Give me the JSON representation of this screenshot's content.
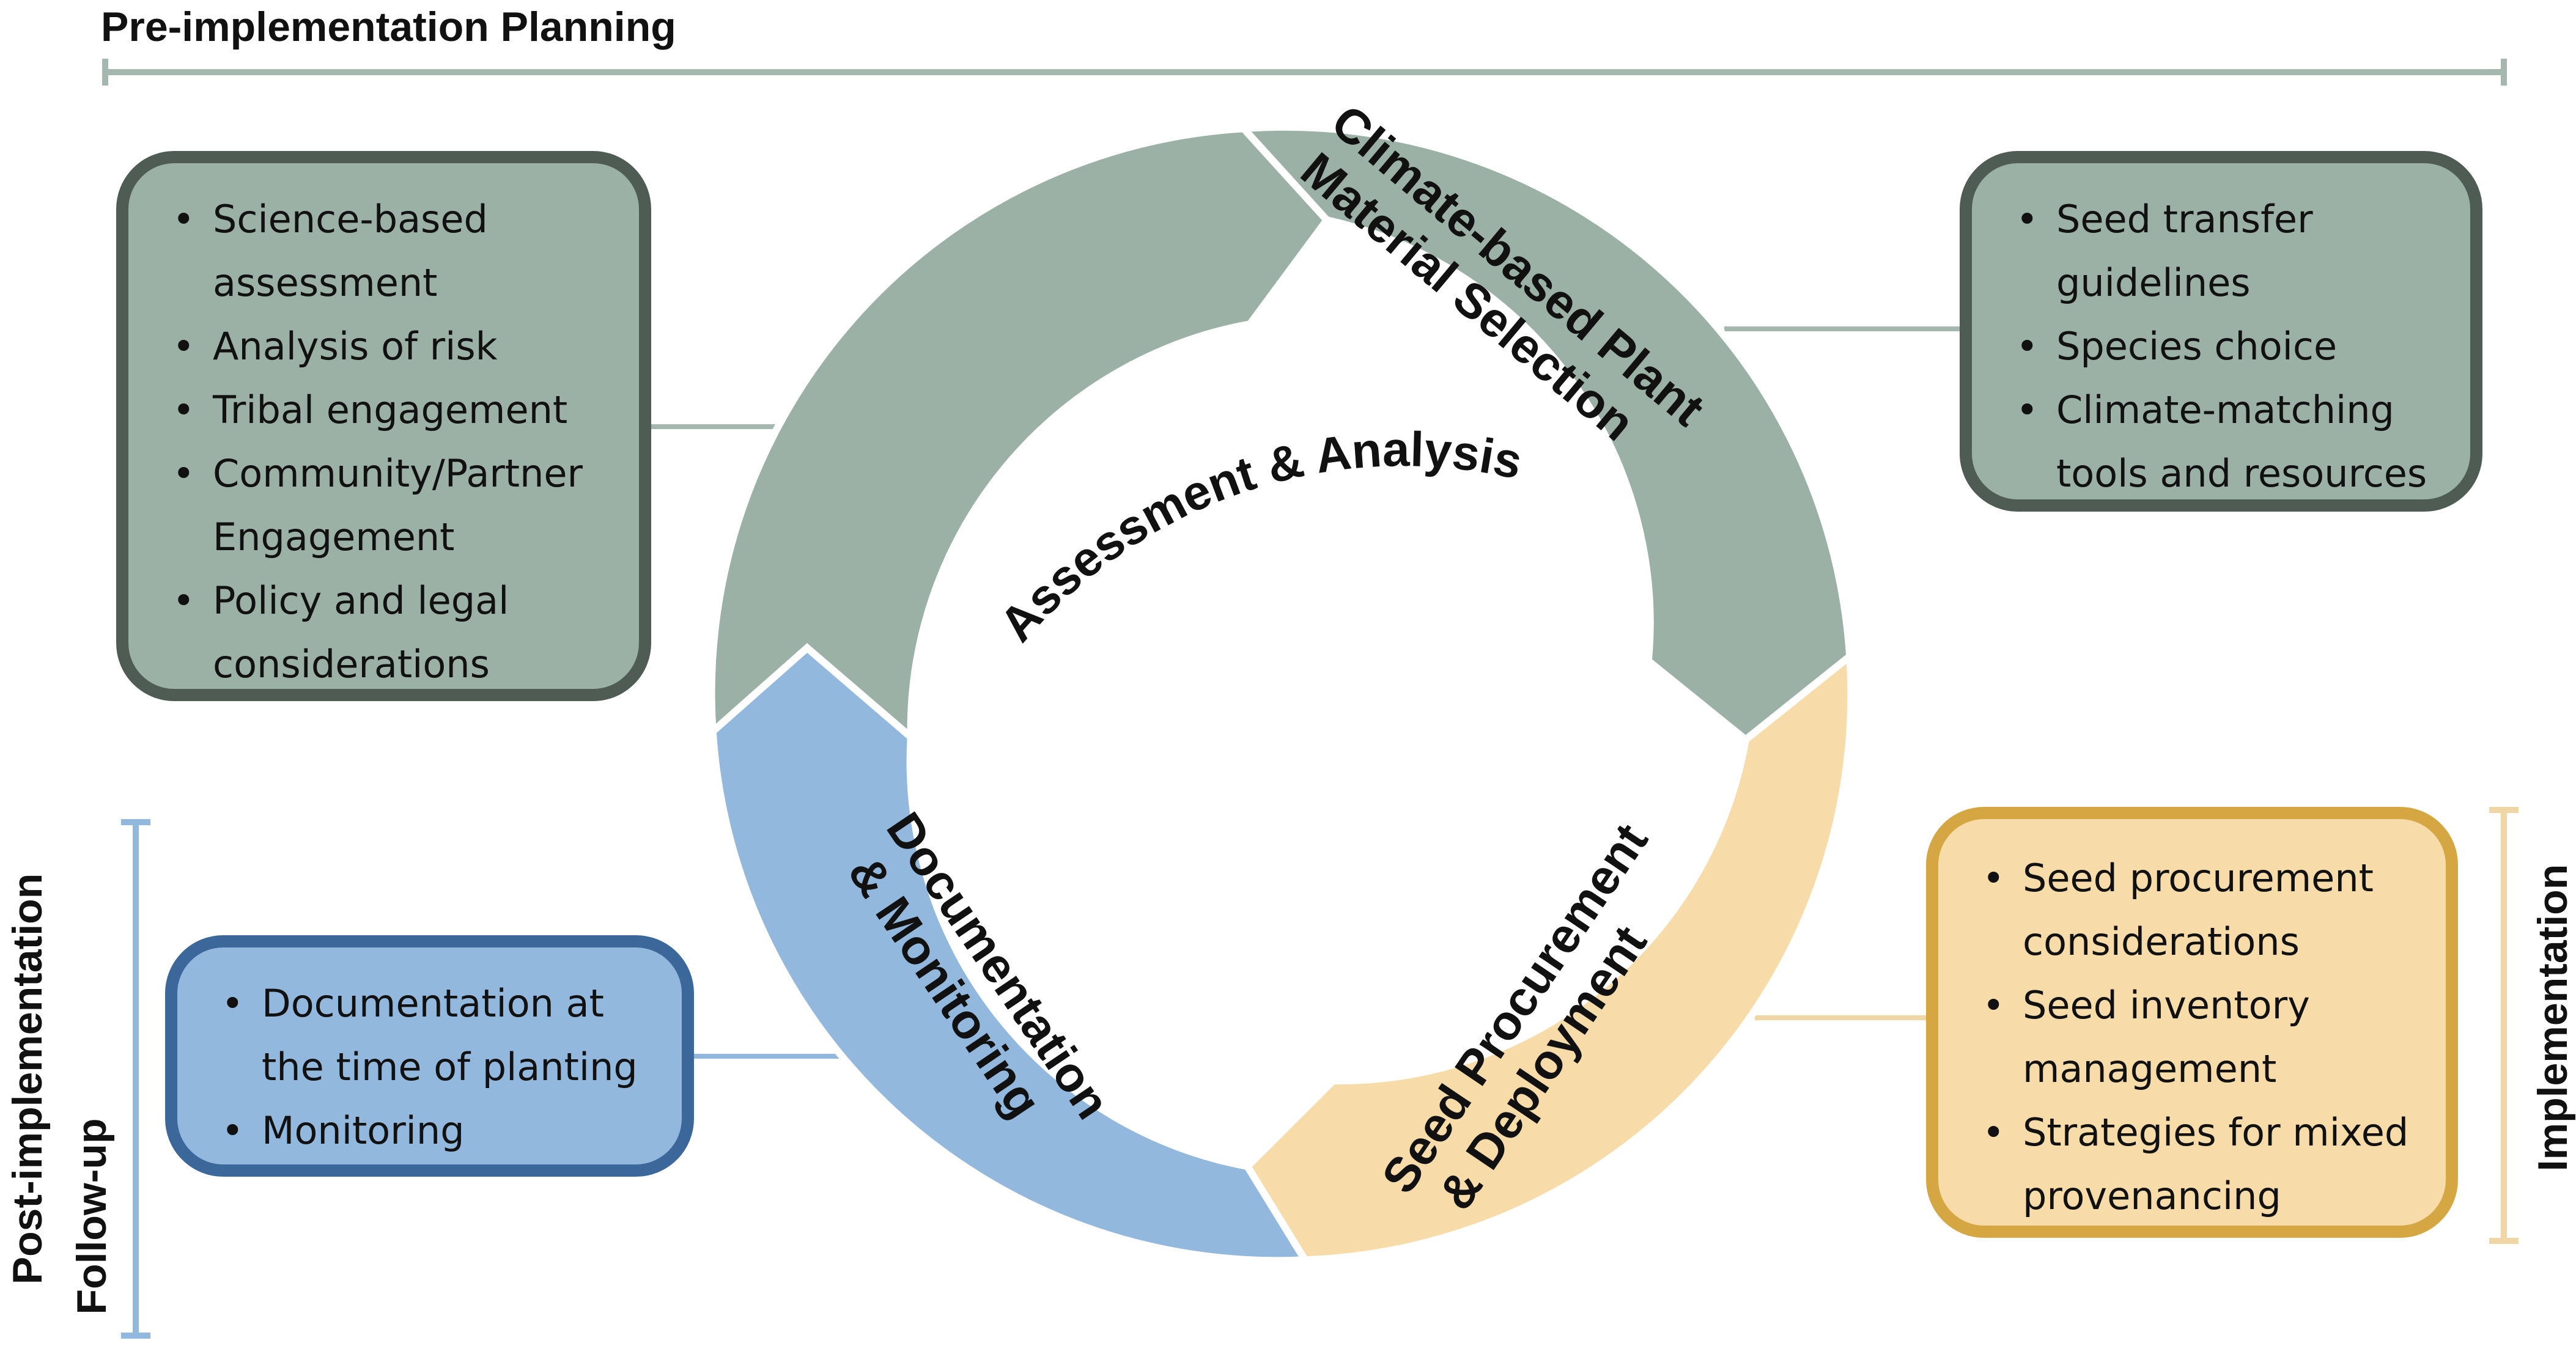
{
  "phases": {
    "pre_implementation": "Pre-implementation Planning",
    "implementation": "Implementation",
    "post_implementation_line1": "Post-implementation",
    "post_implementation_line2": "Follow-up"
  },
  "cycle": {
    "assessment": "Assessment & Analysis",
    "climate_line1": "Climate-based Plant",
    "climate_line2": "Material Selection",
    "seed_line1": "Seed Procurement",
    "seed_line2": "& Deployment",
    "doc_line1": "Documentation",
    "doc_line2": "& Monitoring"
  },
  "boxes": {
    "assessment": {
      "items": [
        "Science-based",
        "assessment",
        "Analysis of risk",
        "Tribal engagement",
        "Community/Partner",
        "Engagement",
        "Policy and legal",
        "considerations"
      ]
    },
    "climate": {
      "items": [
        "Seed transfer",
        "guidelines",
        "Species choice",
        "Climate-matching",
        "tools and resources"
      ]
    },
    "seed": {
      "items": [
        "Seed procurement",
        "considerations",
        "Seed inventory",
        "management",
        "Strategies for mixed",
        "provenancing"
      ]
    },
    "documentation": {
      "items": [
        "Documentation at",
        "the time of planting",
        "Monitoring"
      ]
    }
  },
  "colors": {
    "green_fill": "#9bb1a5",
    "green_border": "#4f5c54",
    "blue_fill": "#93b8de",
    "blue_border": "#3b679a",
    "gold_fill": "#f7dcaa",
    "gold_border": "#d5a742"
  }
}
